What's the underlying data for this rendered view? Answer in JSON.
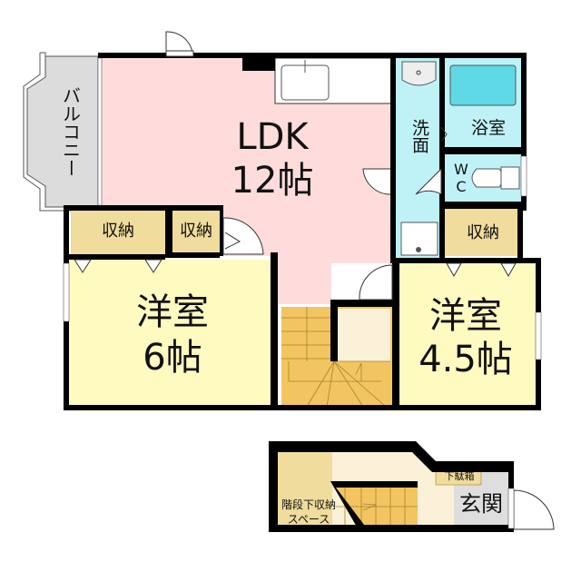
{
  "floor2": {
    "ldk": {
      "name": "LDK",
      "size": "12帖"
    },
    "balcony": "バルコニー",
    "wash": "洗面",
    "bath": "浴室",
    "wc": "WC",
    "storage_1": "収納",
    "storage_2": "収納",
    "storage_3": "収納",
    "western_room_a": {
      "name": "洋室",
      "size": "6帖"
    },
    "western_room_b": {
      "name": "洋室",
      "size": "4.5帖"
    }
  },
  "floor1": {
    "shoe_cabinet": "下駄箱",
    "entrance": "玄関",
    "under_stair_storage": [
      "階段下収納",
      "スペース"
    ]
  },
  "colors": {
    "ldk": "#ffdcdc",
    "western": "#fffac0",
    "storage": "#f0dc9c",
    "water": "#bff2f7",
    "balcony": "#dcdcdc",
    "stairs": "#f2c560",
    "hall": "#fbf1d8",
    "entrance": "#dedede",
    "wall": "#000000"
  }
}
